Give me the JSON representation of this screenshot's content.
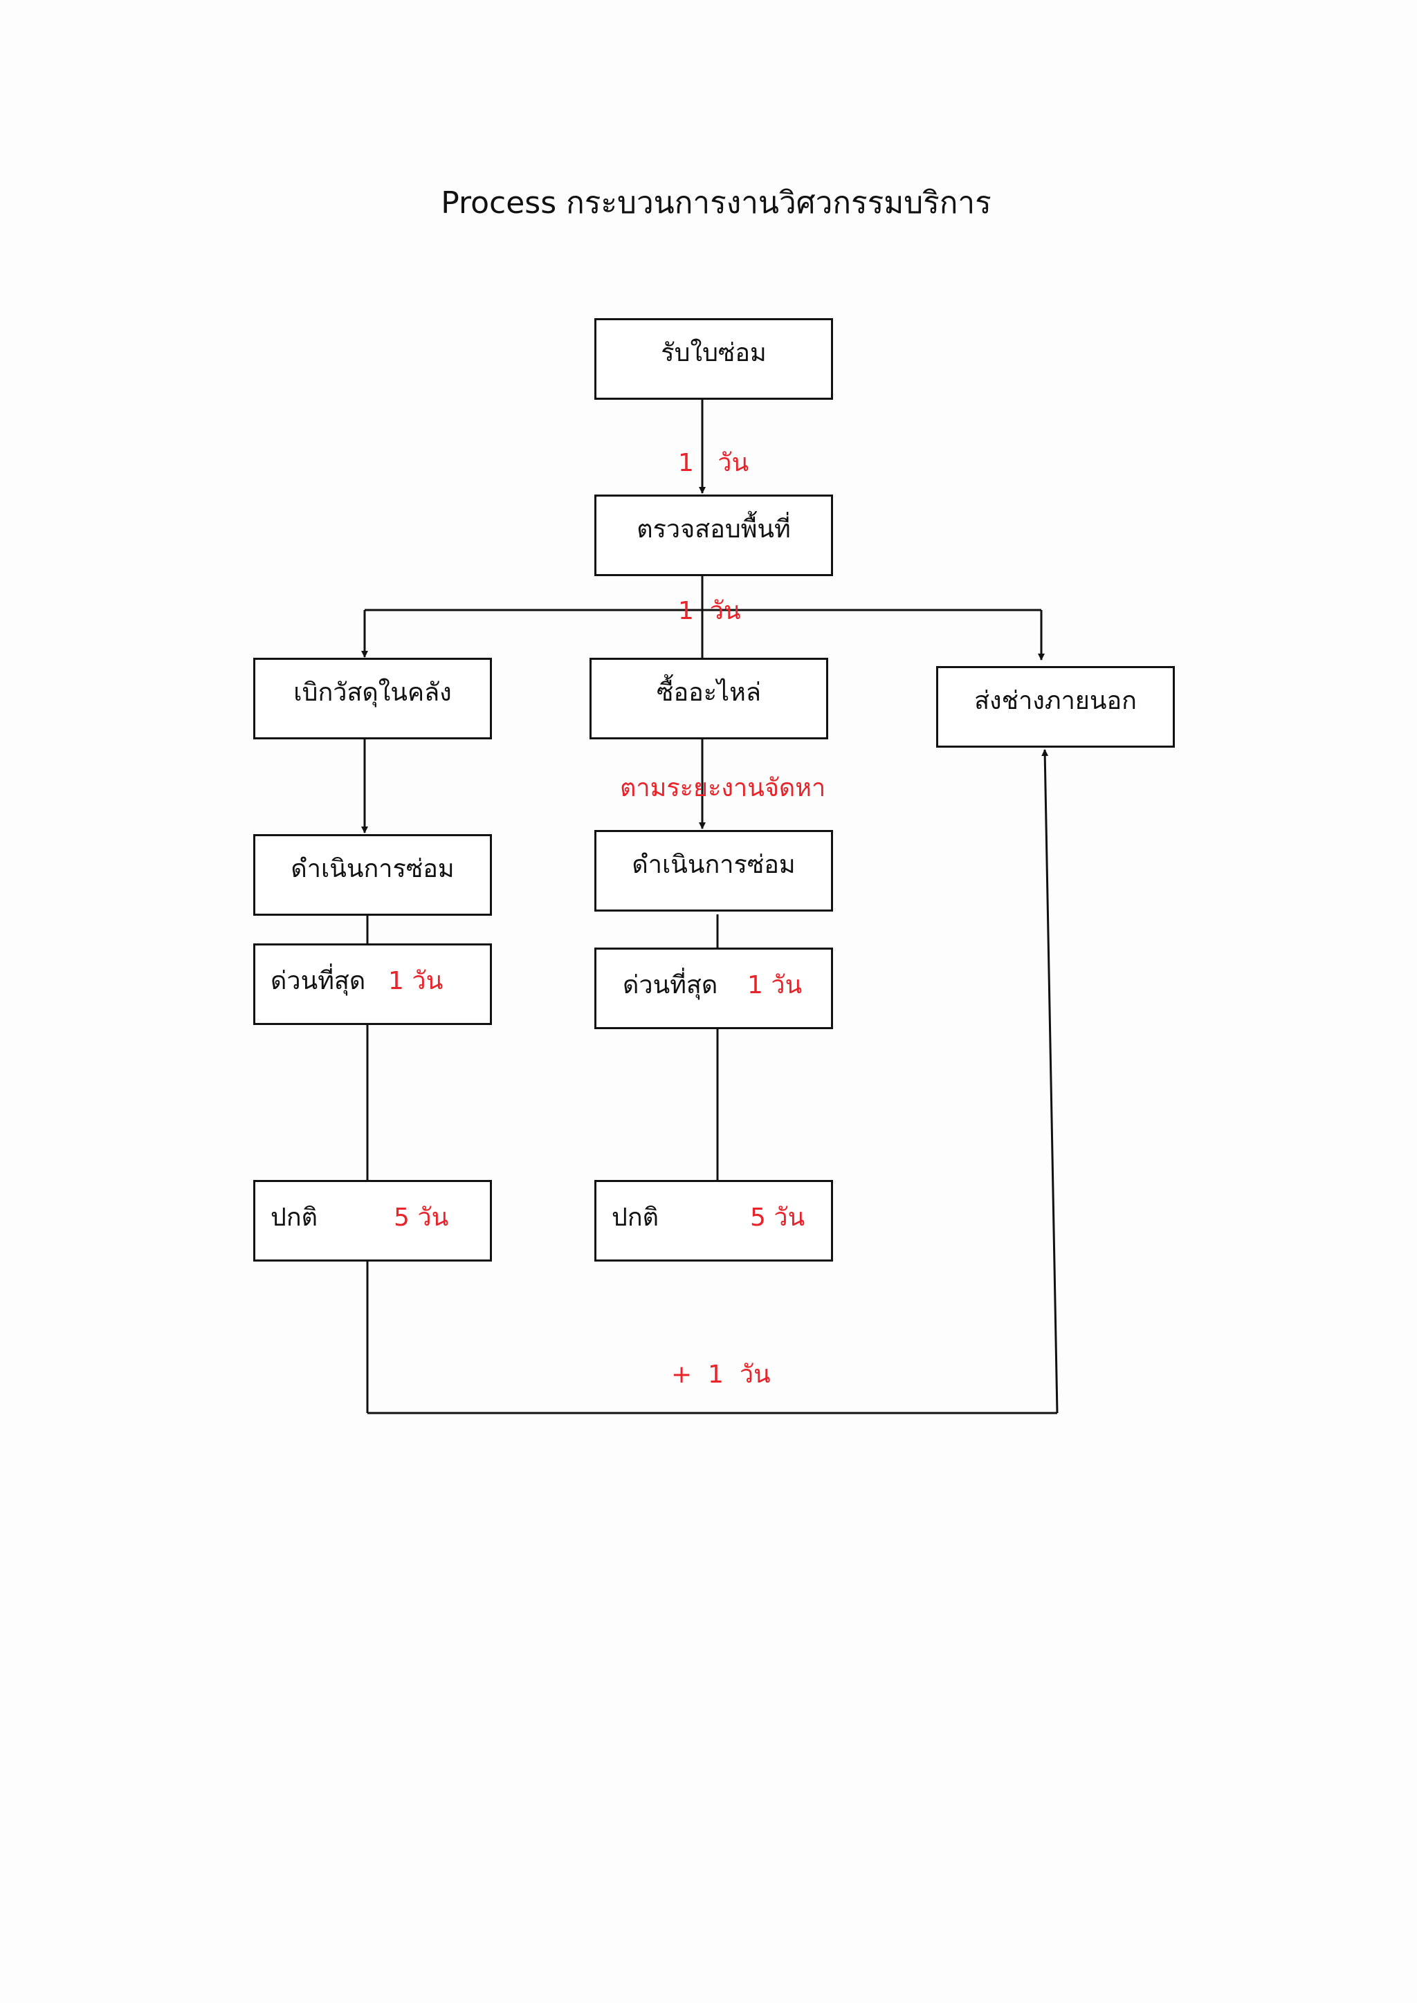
{
  "title": "Process  กระบวนการงานวิศวกรรมบริการ",
  "colors": {
    "line": "#111111",
    "duration": "#e8242a"
  },
  "nodes": {
    "receive": "รับใบซ่อม",
    "inspect": "ตรวจสอบพื้นที่",
    "withdraw": "เบิกวัสดุในคลัง",
    "purchase": "ซื้ออะไหล่",
    "outsource": "ส่งช่างภายนอก",
    "repair_left": "ดำเนินการซ่อม",
    "repair_right": "ดำเนินการซ่อม",
    "urgent_left": {
      "label": "ด่วนที่สุด",
      "duration": "1  วัน"
    },
    "urgent_right": {
      "label": "ด่วนที่สุด",
      "duration": "1   วัน"
    },
    "normal_left": {
      "label": "ปกติ",
      "duration": "5  วัน"
    },
    "normal_right": {
      "label": "ปกติ",
      "duration": "5  วัน"
    }
  },
  "edges": {
    "receive_to_inspect": "1   วัน",
    "inspect_to_branches": "1  วัน",
    "purchase_to_repair": "ตามระยะงานจัดหา",
    "return_to_outsource": "+  1  วัน"
  }
}
